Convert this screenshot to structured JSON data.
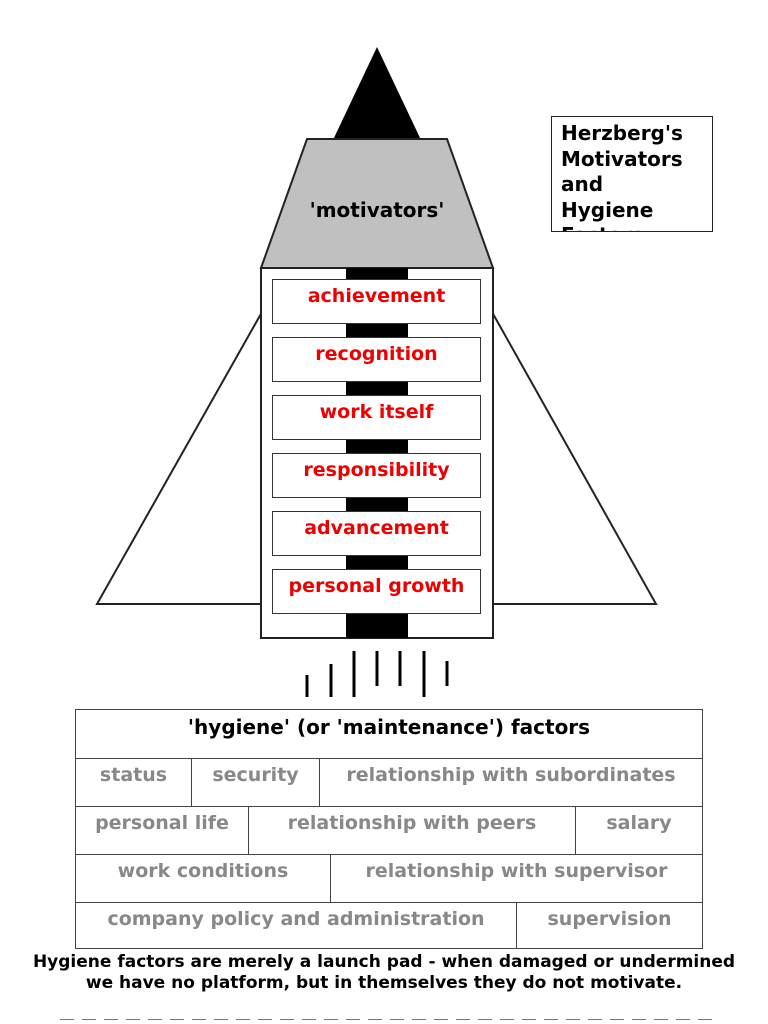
{
  "title_box": {
    "lines": [
      "Herzberg's",
      "Motivators",
      "and",
      "Hygiene",
      "Factors"
    ]
  },
  "rocket": {
    "nose_label": "'motivators'",
    "motivators": [
      "achievement",
      "recognition",
      "work itself",
      "responsibility",
      "advancement",
      "personal growth"
    ]
  },
  "hygiene": {
    "header": "'hygiene' (or 'maintenance') factors",
    "row1": [
      "status",
      "security",
      "relationship with subordinates"
    ],
    "row2": [
      "personal life",
      "relationship with peers",
      "salary"
    ],
    "row3": [
      "work conditions",
      "relationship with supervisor"
    ],
    "row4": [
      "company policy and administration",
      "supervision"
    ]
  },
  "caption": "Hygiene factors are merely a launch pad - when damaged or undermined we have no platform, but in themselves they do not motivate.",
  "colors": {
    "motivator_text": "#ee0000",
    "hygiene_text": "#888888",
    "nose_fill": "#c0c0c0",
    "spine": "#000000"
  }
}
